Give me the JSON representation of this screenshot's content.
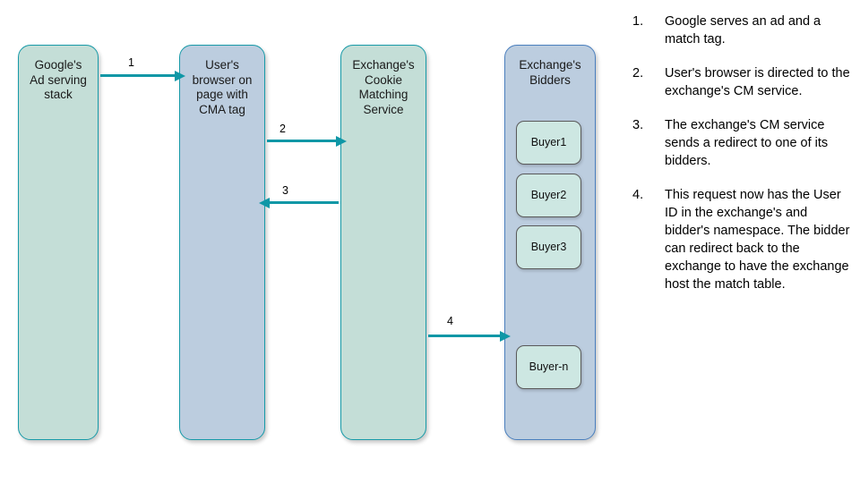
{
  "diagram": {
    "colors": {
      "lane_green_fill": "#c4ded7",
      "lane_blue_fill": "#bccddf",
      "lane_green_border": "#179aa8",
      "lane_blue_border": "#179aa8",
      "bidders_border": "#4a7fbe",
      "buyer_fill": "#cde7e2",
      "buyer_border": "#5a5a5a",
      "arrow": "#0f97a6",
      "text": "#000000",
      "background": "#ffffff"
    },
    "lanes": [
      {
        "id": "google-ad-serving-stack",
        "title": "Google's\nAd serving\nstack"
      },
      {
        "id": "users-browser",
        "title": "User's\nbrowser on\npage with\nCMA tag"
      },
      {
        "id": "exchange-cookie-matching-service",
        "title": "Exchange's\nCookie\nMatching\nService"
      },
      {
        "id": "exchange-bidders",
        "title": "Exchange's\nBidders"
      }
    ],
    "buyers": [
      {
        "label": "Buyer1"
      },
      {
        "label": "Buyer2"
      },
      {
        "label": "Buyer3"
      },
      {
        "label": "Buyer-n"
      }
    ],
    "arrows": [
      {
        "label": "1",
        "direction": "right",
        "from": "google-ad-serving-stack",
        "to": "users-browser"
      },
      {
        "label": "2",
        "direction": "right",
        "from": "users-browser",
        "to": "exchange-cookie-matching-service"
      },
      {
        "label": "3",
        "direction": "left",
        "from": "exchange-cookie-matching-service",
        "to": "users-browser"
      },
      {
        "label": "4",
        "direction": "right",
        "from": "exchange-cookie-matching-service",
        "to": "exchange-bidders"
      }
    ]
  },
  "steps": [
    {
      "num": "1.",
      "text": "Google serves an ad and a match tag."
    },
    {
      "num": "2.",
      "text": "User's browser is directed to the exchange's CM service."
    },
    {
      "num": "3.",
      "text": "The exchange's CM service sends a redirect to one of its bidders."
    },
    {
      "num": "4.",
      "text": "This request now has the User ID in the exchange's and bidder's namespace. The bidder can redirect back to the exchange to have the exchange host the match table."
    }
  ]
}
